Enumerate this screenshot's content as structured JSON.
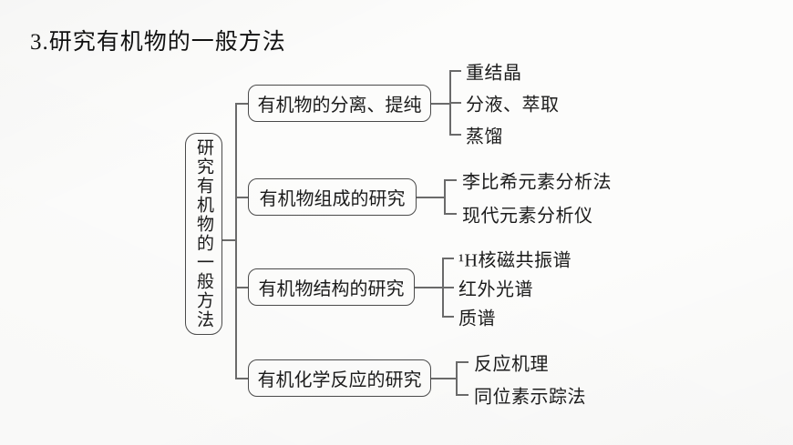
{
  "page": {
    "title": "3.研究有机物的一般方法"
  },
  "tree": {
    "root": "研究有机物的一般方法",
    "branches": [
      {
        "label": "有机物的分离、提纯",
        "leaves": [
          "重结晶",
          "分液、萃取",
          "蒸馏"
        ]
      },
      {
        "label": "有机物组成的研究",
        "leaves": [
          "李比希元素分析法",
          "现代元素分析仪"
        ]
      },
      {
        "label": "有机物结构的研究",
        "leaves": [
          "¹H核磁共振谱",
          "红外光谱",
          "质谱"
        ]
      },
      {
        "label": "有机化学反应的研究",
        "leaves": [
          "反应机理",
          "同位素示踪法"
        ]
      }
    ]
  },
  "colors": {
    "line": "#6a6a6a",
    "node_border": "#4a4a4a",
    "text": "#1b1b1b",
    "background": "#fcfcfb"
  }
}
